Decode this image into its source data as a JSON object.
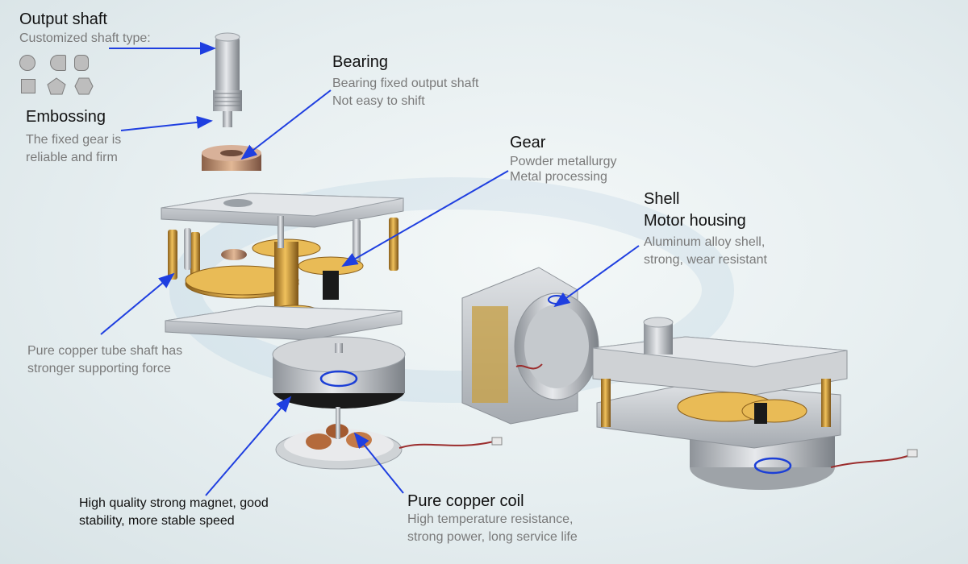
{
  "labels": {
    "output_shaft": {
      "title": "Output shaft",
      "sub": "Customized shaft type:"
    },
    "embossing": {
      "title": "Embossing",
      "lines": [
        "The fixed gear is",
        "reliable and firm"
      ]
    },
    "bearing": {
      "title": "Bearing",
      "lines": [
        "Bearing fixed output shaft",
        "Not easy to shift"
      ]
    },
    "gear": {
      "title": "Gear",
      "lines": [
        "Powder metallurgy",
        "Metal processing"
      ]
    },
    "shell": {
      "title_lines": [
        "Shell",
        "Motor housing"
      ],
      "lines": [
        "Aluminum alloy shell,",
        "strong, wear resistant"
      ]
    },
    "copper_tube": {
      "lines": [
        "Pure copper tube shaft has",
        "stronger supporting force"
      ]
    },
    "magnet": {
      "lines": [
        "High quality strong magnet, good",
        "stability, more stable speed"
      ]
    },
    "coil": {
      "title": "Pure copper coil",
      "lines": [
        "High temperature resistance,",
        "strong power, long service life"
      ]
    }
  },
  "shaft_shapes": [
    "circle-shape-icon",
    "d-cut-shape-icon",
    "double-d-shape-icon",
    "square-shape-icon",
    "pentagon-shape-icon",
    "hexagon-shape-icon"
  ],
  "colors": {
    "arrow": "#1f3fe0",
    "brass": "#c9a043",
    "metal": "#b9bdc2",
    "heading": "#111111",
    "subtext": "#7a7a7a",
    "logo": "#1c3fd6"
  }
}
